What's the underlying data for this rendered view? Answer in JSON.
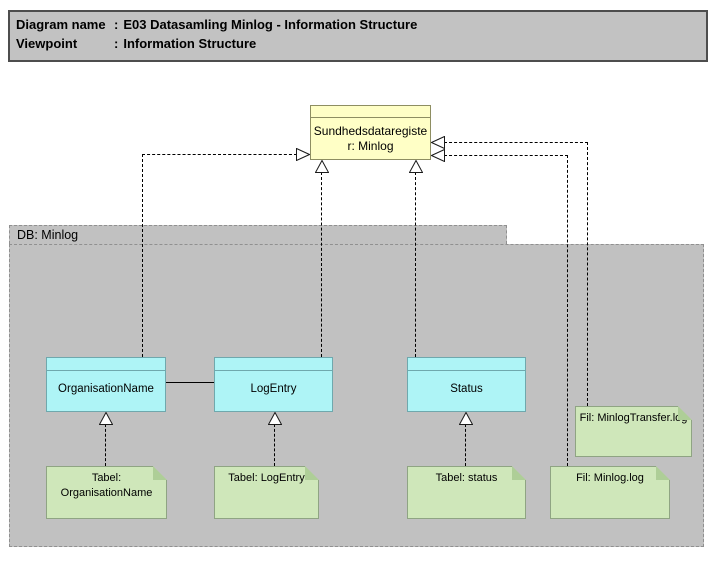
{
  "title_block": {
    "rows": [
      {
        "label": "Diagram name",
        "separator": ":",
        "value": "E03 Datasamling Minlog - Information Structure"
      },
      {
        "label": "Viewpoint",
        "separator": ":",
        "value": "Information Structure"
      }
    ]
  },
  "diagram": {
    "register_node": {
      "label": "Sundhedsdataregister: Minlog",
      "label_lines": [
        "Sundhedsdataregiste",
        "r: Minlog"
      ]
    },
    "group": {
      "label": "DB: Minlog"
    },
    "entities": [
      {
        "label": "OrganisationName"
      },
      {
        "label": "LogEntry"
      },
      {
        "label": "Status"
      }
    ],
    "notes": [
      {
        "label": "Tabel: OrganisationName"
      },
      {
        "label": "Tabel: LogEntry"
      },
      {
        "label": "Tabel: status"
      },
      {
        "label": "Fil: Minlog.log"
      },
      {
        "label": "Fil: MinlogTransfer.log"
      }
    ]
  },
  "colors": {
    "register_fill": "#FFFFC6",
    "register_border": "#8E8E62",
    "entity_fill": "#AEF4F6",
    "entity_border": "#6FA8AD",
    "note_fill": "#CFE7BA",
    "note_border": "#8FA483",
    "note_fold": "#AECE97",
    "group_fill": "#C1C1C1",
    "group_border": "#909090",
    "header_fill": "#C2C2C2",
    "header_border": "#4D4D4D",
    "connector": "#000000"
  }
}
